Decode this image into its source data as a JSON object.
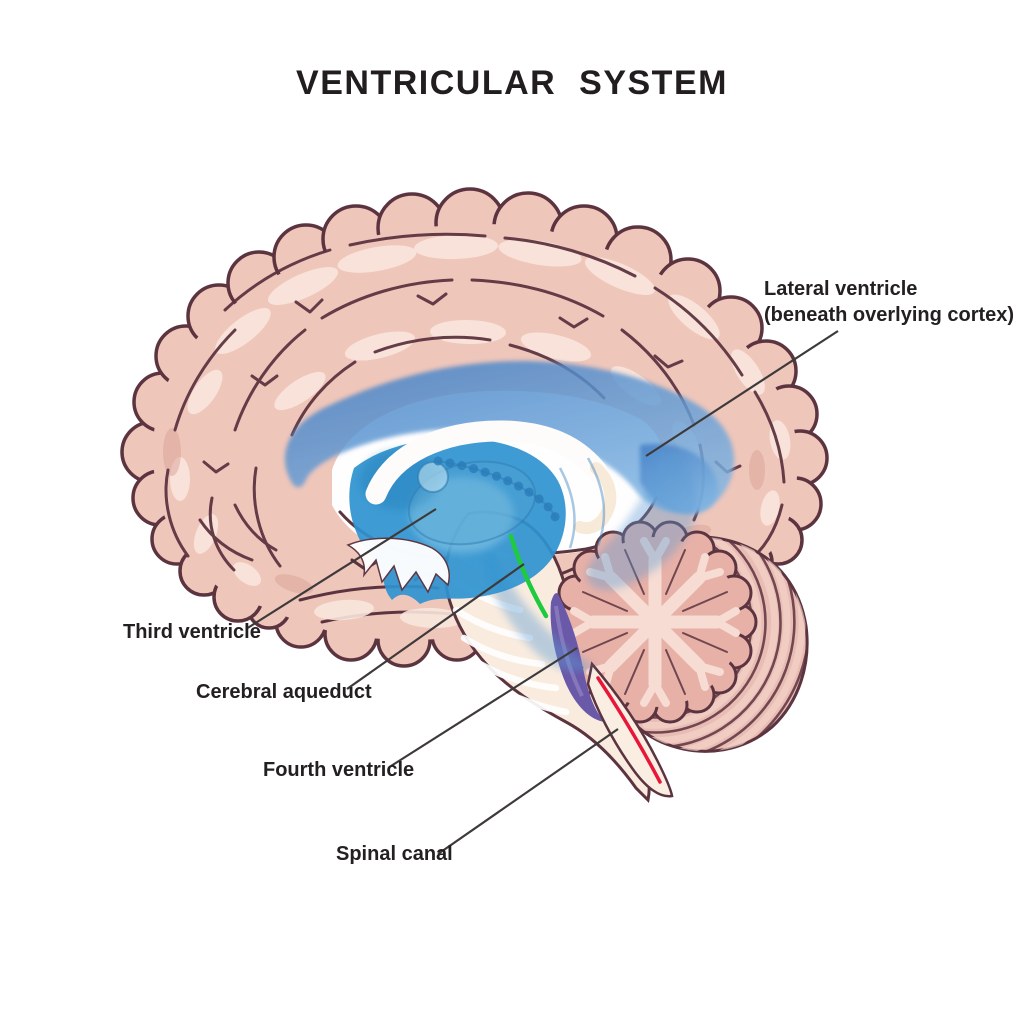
{
  "title": "VENTRICULAR SYSTEM",
  "figure": {
    "description": "Mid-sagittal illustration of the human brain showing the ventricular system in blue"
  },
  "labels": {
    "lateral": {
      "line1": "Lateral ventricle",
      "line2": "(beneath overlying cortex)"
    },
    "third": "Third ventricle",
    "aqueduct": "Cerebral aqueduct",
    "fourth": "Fourth ventricle",
    "spinal": "Spinal canal"
  },
  "colors": {
    "pink": "#efc6ba",
    "pink_highlight": "#f9e6dd",
    "outline": "#5c3440",
    "blue": "#4b86cc",
    "blue_deep": "#2f93cf",
    "purple": "#6a58a8",
    "green": "#1fca3e",
    "red": "#e8173a",
    "leader": "#3e3a3b",
    "text": "#242021",
    "cream": "#f9ecdf"
  }
}
